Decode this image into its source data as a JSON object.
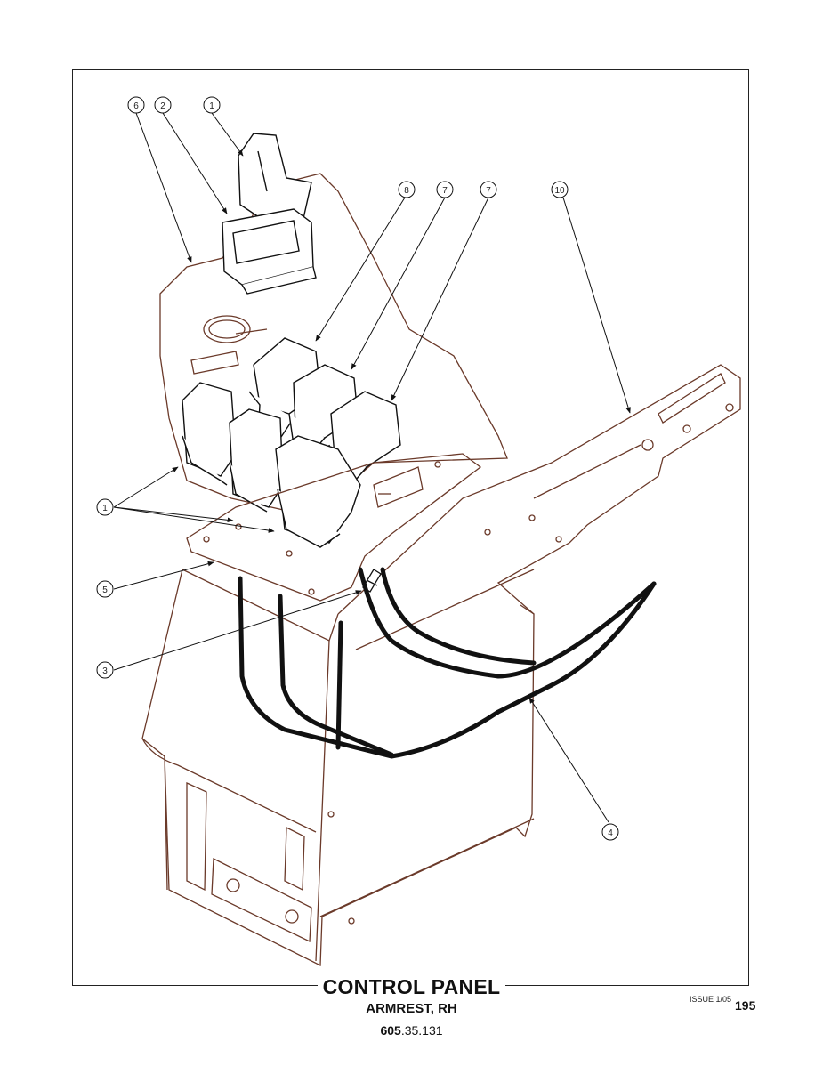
{
  "title": "CONTROL PANEL",
  "subtitle": "ARMREST, RH",
  "part_number": {
    "prefix": "605",
    "suffix": ".35.131"
  },
  "issue": "ISSUE 1/05",
  "page_number": "195",
  "colors": {
    "line": "#6b3a2a",
    "ink": "#111111",
    "cable": "#111111"
  },
  "callouts": [
    {
      "id": "callout-6",
      "label": "6"
    },
    {
      "id": "callout-2",
      "label": "2"
    },
    {
      "id": "callout-1-top",
      "label": "1"
    },
    {
      "id": "callout-8",
      "label": "8"
    },
    {
      "id": "callout-7a",
      "label": "7"
    },
    {
      "id": "callout-7b",
      "label": "7"
    },
    {
      "id": "callout-10",
      "label": "10"
    },
    {
      "id": "callout-1-left",
      "label": "1"
    },
    {
      "id": "callout-5",
      "label": "5"
    },
    {
      "id": "callout-3",
      "label": "3"
    },
    {
      "id": "callout-4",
      "label": "4"
    }
  ]
}
